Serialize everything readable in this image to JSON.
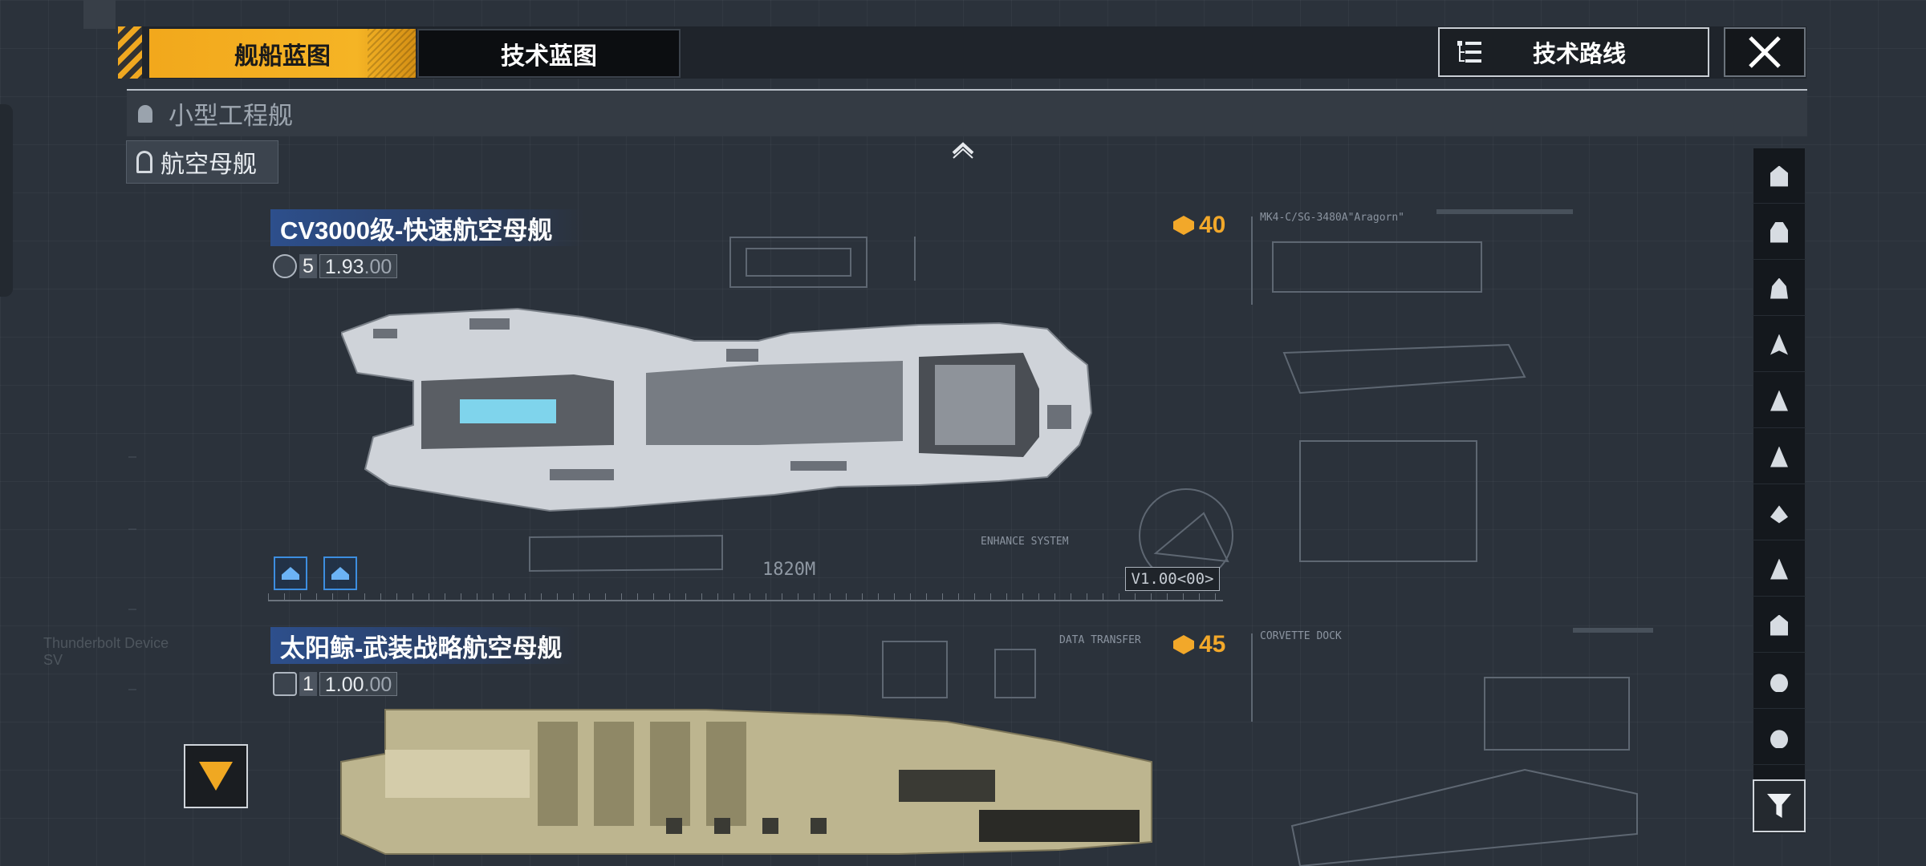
{
  "tabs": {
    "ship_blueprint": "舰船蓝图",
    "tech_blueprint": "技术蓝图"
  },
  "header": {
    "tech_route": "技术路线",
    "close_icon": "close-icon"
  },
  "categories": {
    "collapsed": "小型工程舰",
    "selected": "航空母舰"
  },
  "ships": [
    {
      "name": "CV3000级-快速航空母舰",
      "count": "5",
      "ratio_int": "1.93",
      "ratio_dec": ".00",
      "cost": "40",
      "length": "1820M",
      "version": "V1.00<00>",
      "label_top": "MK4-C/SG-3480A\"Aragorn\"",
      "label_side": "ENHANCE SYSTEM"
    },
    {
      "name": "太阳鲸-武装战略航空母舰",
      "count": "1",
      "ratio_int": "1.00",
      "ratio_dec": ".00",
      "cost": "45",
      "label_top": "CORVETTE DOCK",
      "label_side": "DATA TRANSFER"
    }
  ],
  "background_text": {
    "left": "Thunderbolt Device SV"
  },
  "colors": {
    "accent": "#f2a81c",
    "cost": "#f2a82a",
    "title_bg": "#2d4f8c"
  }
}
